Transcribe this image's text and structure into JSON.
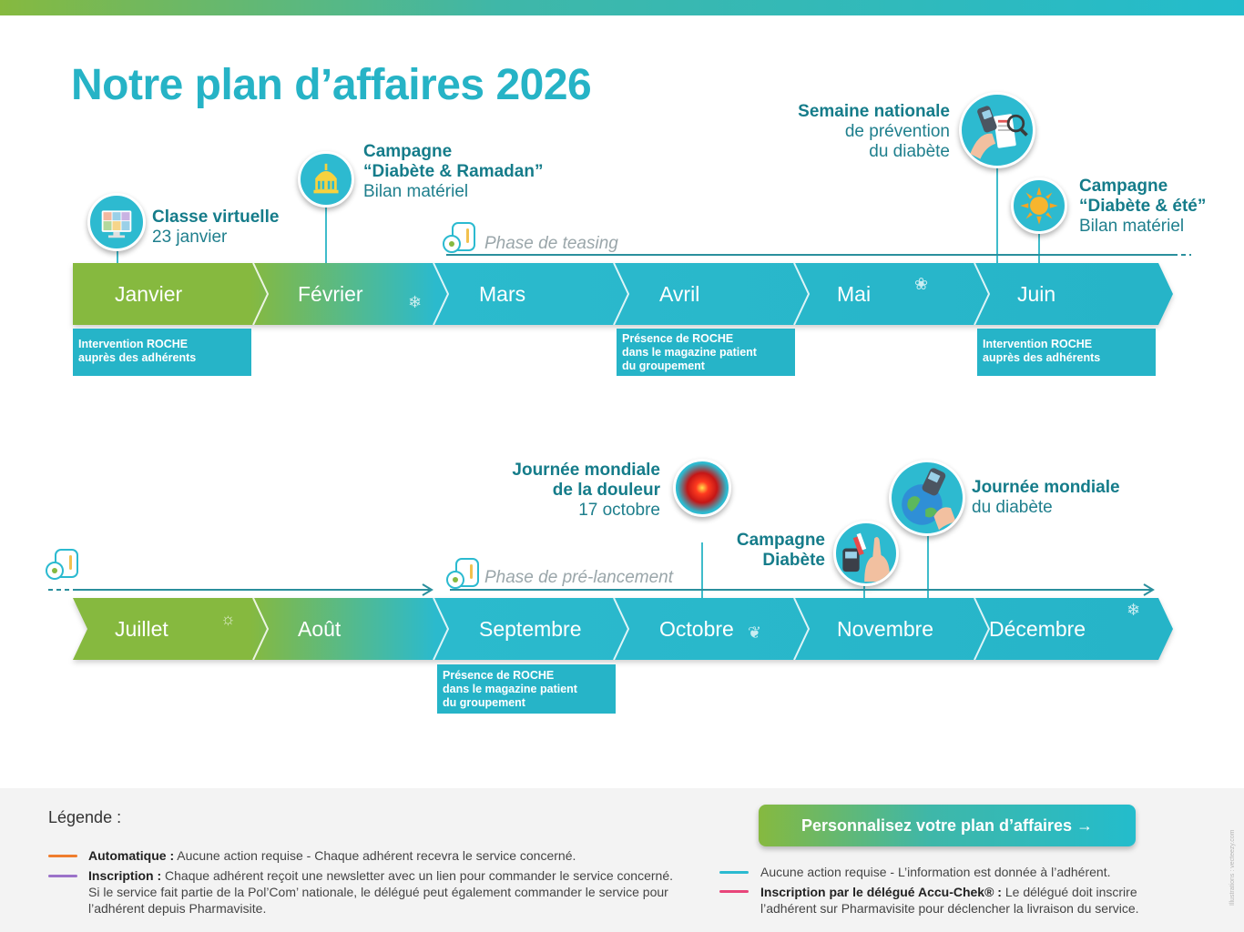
{
  "title": "Notre plan d’affaires 2026",
  "colors": {
    "teal": "#26b4c8",
    "green": "#86b93f",
    "dark_teal": "#157c8a"
  },
  "timeline_1": {
    "months": [
      "Janvier",
      "Février",
      "Mars",
      "Avril",
      "Mai",
      "Juin"
    ],
    "phase_label": "Phase de teasing",
    "boxes": [
      "Intervention ROCHE\nauprès des adhérents",
      "Présence de ROCHE\ndans le magazine patient\ndu groupement",
      "Intervention ROCHE\nauprès des adhérents"
    ],
    "events": {
      "classe": {
        "title": "Classe virtuelle",
        "sub": "23 janvier",
        "icon": "video-meeting-icon"
      },
      "ramadan": {
        "title1": "Campagne",
        "title2": "“Diabète & Ramadan”",
        "sub": "Bilan matériel",
        "icon": "mosque-icon"
      },
      "semaine": {
        "title": "Semaine nationale",
        "sub1": "de prévention",
        "sub2": "du diabète",
        "icon": "glucose-meter-icon"
      },
      "ete": {
        "title1": "Campagne",
        "title2": "“Diabète & été”",
        "sub": "Bilan matériel",
        "icon": "sun-icon"
      }
    }
  },
  "timeline_2": {
    "months": [
      "Juillet",
      "Août",
      "Septembre",
      "Octobre",
      "Novembre",
      "Décembre"
    ],
    "phase_label": "Phase de pré-lancement",
    "boxes": [
      "Présence de ROCHE\ndans le magazine patient\ndu groupement"
    ],
    "events": {
      "douleur": {
        "title1": "Journée mondiale",
        "title2": "de la douleur",
        "sub": "17 octobre",
        "icon": "pain-target-icon"
      },
      "campagne": {
        "title1": "Campagne",
        "title2": "Diabète",
        "icon": "insulin-pen-icon"
      },
      "mondiale": {
        "title": "Journée mondiale",
        "sub": "du diabète",
        "icon": "globe-meter-icon"
      }
    }
  },
  "legend": {
    "title": "Légende :",
    "items": [
      {
        "label": "Automatique :",
        "text": "Aucune action requise - Chaque adhérent recevra le service concerné.",
        "color": "#ef7d2d"
      },
      {
        "label": "Inscription :",
        "text": "Chaque adhérent reçoit une newsletter avec un lien pour commander le service concerné. Si le service fait partie de la Pol’Com’ nationale, le délégué peut également commander le service pour l’adhérent depuis Pharmavisite.",
        "color": "#9b72c9"
      },
      {
        "label": "",
        "text": "Aucune action requise - L’information est donnée à l’adhérent.",
        "color": "#2bbad0"
      },
      {
        "label": "Inscription par le délégué Accu-Chek® :",
        "text": "Le délégué doit inscrire l’adhérent sur Pharmavisite pour déclencher la livraison du service.",
        "color": "#e8457a"
      }
    ]
  },
  "cta_label": "Personnalisez votre plan d’affaires →",
  "credit": "Illustrations : vecteezy.com"
}
